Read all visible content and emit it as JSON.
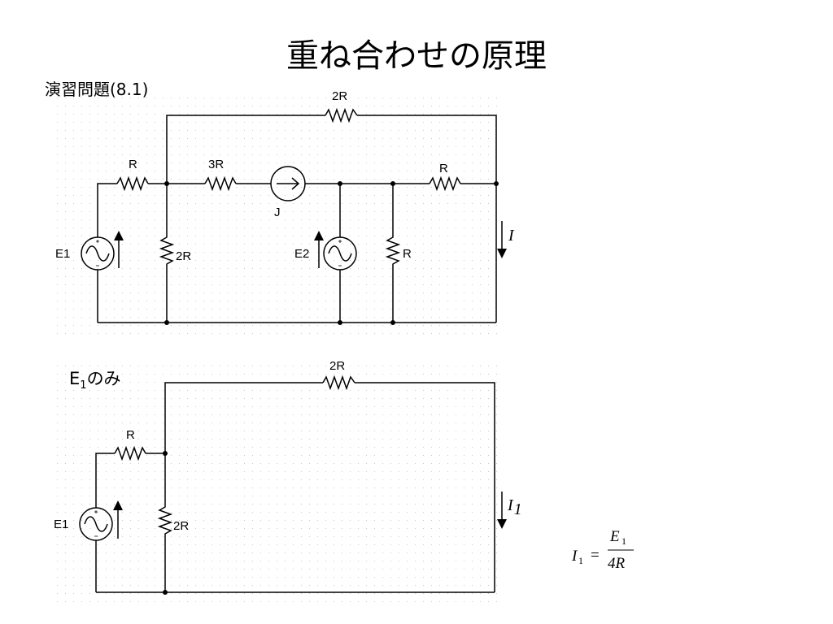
{
  "slide": {
    "title": "重ね合わせの原理",
    "subtitle": "演習問題(8.1)",
    "section2_label": "E",
    "section2_sub": "1",
    "section2_suffix": "のみ"
  },
  "circuit1": {
    "labels": {
      "r_top": "2R",
      "r_left": "R",
      "r_mid": "3R",
      "r_right": "R",
      "source_j": "J",
      "e1": "E1",
      "e2": "E2",
      "r_shunt_left": "2R",
      "r_shunt_right": "R",
      "current": "I"
    }
  },
  "circuit2": {
    "labels": {
      "r_top": "2R",
      "r_left": "R",
      "e1": "E1",
      "r_shunt": "2R",
      "current": "I",
      "current_sub": "1"
    }
  },
  "equation": {
    "lhs": "I",
    "lhs_sub": "1",
    "equals": "=",
    "num": "E",
    "num_sub": "1",
    "den": "4R"
  }
}
